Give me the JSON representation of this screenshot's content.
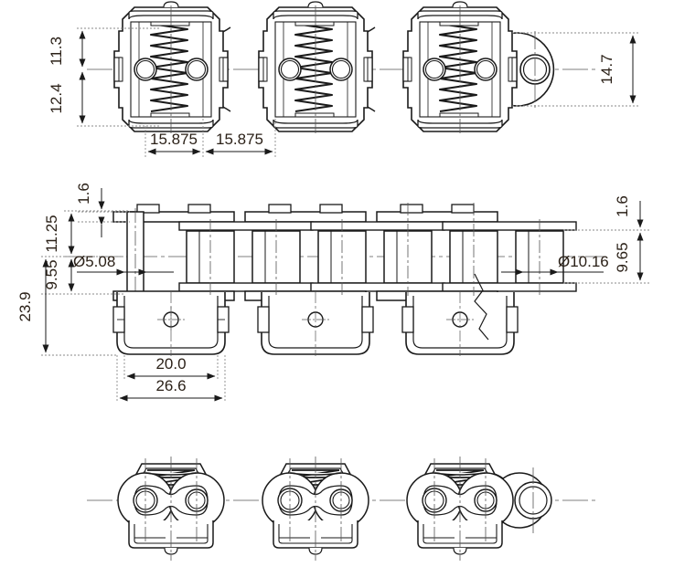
{
  "drawing": {
    "title": "Conveyor chain attachment technical drawing",
    "units": "mm",
    "line_color": "#1a1a1a",
    "text_color": "#2b2118",
    "background": "#ffffff"
  },
  "views": {
    "top": {
      "name": "top-view",
      "links": 3,
      "end_link": "roller-eye"
    },
    "side": {
      "name": "side-view",
      "links": 3,
      "end_link": "roller-broken"
    },
    "bottom": {
      "name": "bottom-view",
      "links": 3,
      "end_link": "roller-eye"
    }
  },
  "dimensions": {
    "top_view": [
      {
        "id": "d-11-3",
        "label": "11.3",
        "orientation": "vertical",
        "position": "left"
      },
      {
        "id": "d-12-4",
        "label": "12.4",
        "orientation": "vertical",
        "position": "left"
      },
      {
        "id": "d-14-7",
        "label": "14.7",
        "orientation": "vertical",
        "position": "right"
      },
      {
        "id": "d-p1",
        "label": "15.875",
        "orientation": "horizontal",
        "position": "bottom"
      },
      {
        "id": "d-p2",
        "label": "15.875",
        "orientation": "horizontal",
        "position": "bottom"
      }
    ],
    "side_view": [
      {
        "id": "d-1-6-l",
        "label": "1.6",
        "orientation": "vertical",
        "position": "top-left"
      },
      {
        "id": "d-11-25",
        "label": "11.25",
        "orientation": "vertical",
        "position": "left"
      },
      {
        "id": "d-9-55",
        "label": "9.55",
        "orientation": "vertical",
        "position": "left"
      },
      {
        "id": "d-23-9",
        "label": "23.9",
        "orientation": "vertical",
        "position": "far-left"
      },
      {
        "id": "d-pin",
        "label": "Ø5.08",
        "orientation": "horizontal",
        "position": "left-leader"
      },
      {
        "id": "d-roller",
        "label": "Ø10.16",
        "orientation": "horizontal",
        "position": "right-leader"
      },
      {
        "id": "d-1-6-r",
        "label": "1.6",
        "orientation": "vertical",
        "position": "top-right"
      },
      {
        "id": "d-9-65",
        "label": "9.65",
        "orientation": "vertical",
        "position": "right"
      },
      {
        "id": "d-20-0",
        "label": "20.0",
        "orientation": "horizontal",
        "position": "bottom"
      },
      {
        "id": "d-26-6",
        "label": "26.6",
        "orientation": "horizontal",
        "position": "bottom"
      }
    ]
  },
  "labels": {
    "v_11_3": "11.3",
    "v_12_4": "12.4",
    "v_14_7": "14.7",
    "h_pitch_1": "15.875",
    "h_pitch_2": "15.875",
    "v_1_6_left": "1.6",
    "v_11_25": "11.25",
    "v_9_55": "9.55",
    "v_23_9": "23.9",
    "dia_5_08": "Ø5.08",
    "dia_10_16": "Ø10.16",
    "v_1_6_right": "1.6",
    "v_9_65": "9.65",
    "h_20_0": "20.0",
    "h_26_6": "26.6"
  }
}
